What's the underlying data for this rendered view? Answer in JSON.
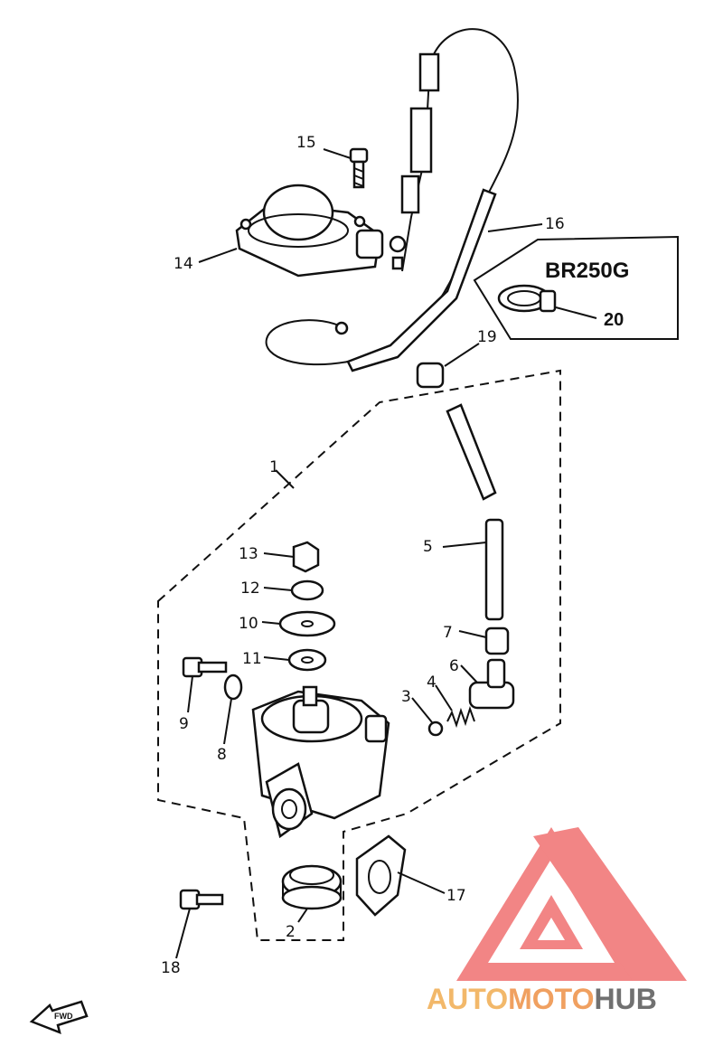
{
  "diagram": {
    "variant_label": "BR250G",
    "callouts": [
      {
        "id": "1",
        "text": "1"
      },
      {
        "id": "2",
        "text": "2"
      },
      {
        "id": "3",
        "text": "3"
      },
      {
        "id": "4",
        "text": "4"
      },
      {
        "id": "5",
        "text": "5"
      },
      {
        "id": "6",
        "text": "6"
      },
      {
        "id": "7",
        "text": "7"
      },
      {
        "id": "8",
        "text": "8"
      },
      {
        "id": "9",
        "text": "9"
      },
      {
        "id": "10",
        "text": "10"
      },
      {
        "id": "11",
        "text": "11"
      },
      {
        "id": "12",
        "text": "12"
      },
      {
        "id": "13",
        "text": "13"
      },
      {
        "id": "14",
        "text": "14"
      },
      {
        "id": "15",
        "text": "15"
      },
      {
        "id": "16",
        "text": "16"
      },
      {
        "id": "17",
        "text": "17"
      },
      {
        "id": "18",
        "text": "18"
      },
      {
        "id": "19",
        "text": "19"
      },
      {
        "id": "20",
        "text": "20"
      }
    ],
    "direction_arrow_text": "FWD"
  },
  "watermark": {
    "part1": "AUTO",
    "part2": "MOTO",
    "part3": "HUB",
    "colors": {
      "logo": "#f07070",
      "auto": "#f2b86a",
      "moto": "#f0a060",
      "hub": "#707070"
    }
  }
}
